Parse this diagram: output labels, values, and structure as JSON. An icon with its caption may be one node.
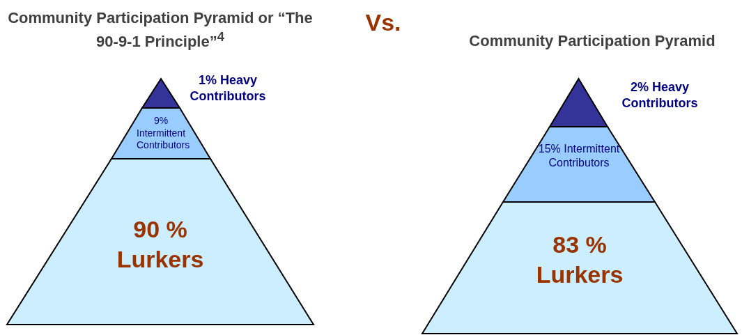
{
  "diagram": {
    "nodes": [
      {
        "text": [],
        "shape": "triangle",
        "beside": [
          "1% Heavy Contributors"
        ]
      },
      {
        "text": [
          "9% Intermittent Contributors"
        ]
      },
      {
        "text": [
          "90 % Lurkers"
        ]
      },
      {
        "text": [],
        "shape": "triangle",
        "beside": [
          "2% Heavy Contributors"
        ]
      },
      {
        "text": [
          "15% Intermittent Contributors"
        ]
      },
      {
        "text": [
          "83 % Lurkers"
        ]
      }
    ],
    "labels": [
      "Community Participation Pyramid or “The 90-9-1 Principle”$^{4}$",
      "Vs.",
      "Community Participation Pyramid"
    ]
  }
}
